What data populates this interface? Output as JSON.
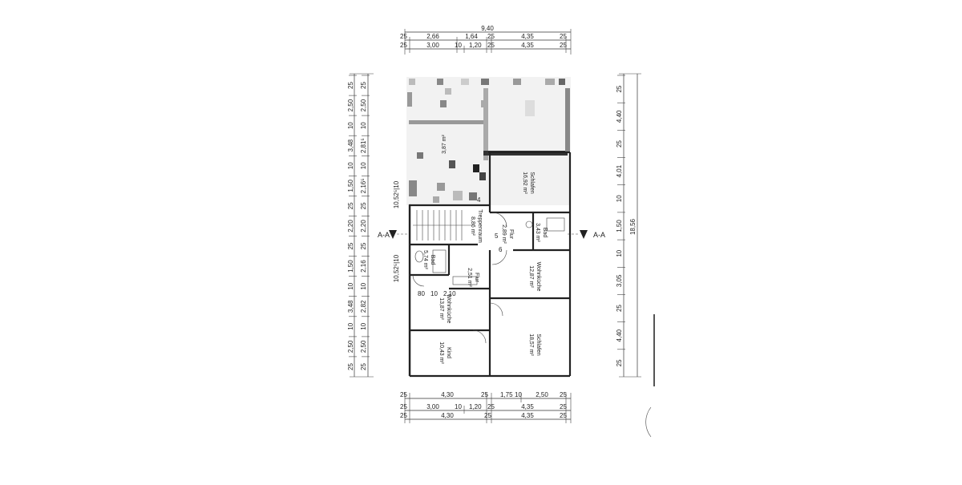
{
  "dims_top": {
    "total": "9,40",
    "row1": [
      "25",
      "2,66",
      "1,64",
      "25",
      "4,35",
      "25"
    ],
    "row2": [
      "25",
      "3,00",
      "10",
      "1,20",
      "25",
      "4,35",
      "25"
    ]
  },
  "dims_bottom": {
    "row1": [
      "25",
      "4,30",
      "25",
      "1,75",
      "10",
      "2,50",
      "25"
    ],
    "row2": [
      "25",
      "3,00",
      "10",
      "1,20",
      "25",
      "4,35",
      "25"
    ],
    "row3": [
      "25",
      "4,30",
      "25",
      "4,35",
      "25"
    ]
  },
  "dims_left": {
    "col1": [
      "25",
      "2,50",
      "10",
      "3,48",
      "10",
      "1,50",
      "25",
      "2,20",
      "25",
      "1,50",
      "10",
      "3,48",
      "10",
      "2,50",
      "25"
    ],
    "col2": [
      "25",
      "2,50",
      "10",
      "2,81⁵",
      "10",
      "2,16⁵",
      "25",
      "2,20",
      "25",
      "2,16",
      "10",
      "2,82",
      "10",
      "2,50",
      "25"
    ],
    "inner_top": "10,52⁵|10",
    "inner_bottom": "10,52⁵|10"
  },
  "dims_right": {
    "col1": [
      "25",
      "4,40",
      "25",
      "4,01",
      "10",
      "1,50",
      "10",
      "3,05",
      "25",
      "4,40",
      "25"
    ],
    "total": "18,56"
  },
  "section_markers": {
    "left": "A-A",
    "right": "A-A"
  },
  "rooms": [
    {
      "name": "",
      "area": "3,87 m²"
    },
    {
      "name": "Schlafen",
      "area": "16,92 m²"
    },
    {
      "name": "Treppenraum",
      "area": "8,86 m²"
    },
    {
      "name": "Flur",
      "area": "2,89 m²"
    },
    {
      "name": "Bad",
      "area": "3,43 m²"
    },
    {
      "name": "Bad",
      "area": "5,74 m²"
    },
    {
      "name": "Flur",
      "area": "2,51 m²"
    },
    {
      "name": "Wohnküche",
      "area": "12,87 m²"
    },
    {
      "name": "Wohnküche",
      "area": "13,87 m²"
    },
    {
      "name": "Kind",
      "area": "10,43 m²"
    },
    {
      "name": "Schlafen",
      "area": "18,57 m²"
    }
  ],
  "inner_dims": [
    "80",
    "10",
    "2,10"
  ],
  "stair_steps": [
    "4",
    "5",
    "6"
  ]
}
